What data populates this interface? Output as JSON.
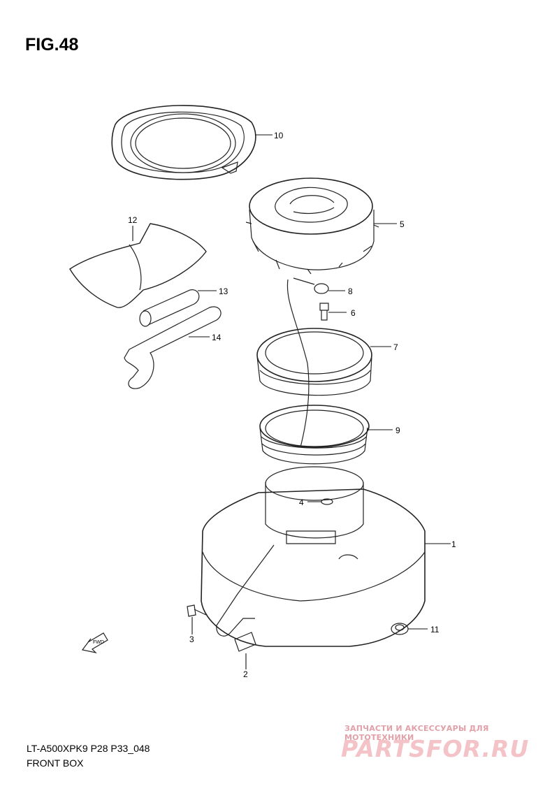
{
  "figure_title": "FIG.48",
  "model_code": "LT-A500XPK9 P28 P33_048",
  "section_name": "FRONT BOX",
  "fwd_label": "FWD",
  "watermark": {
    "caption": "ЗАПЧАСТИ И АКСЕССУАРЫ ДЛЯ МОТОТЕХНИКИ",
    "logo": "PARTSFOR.RU"
  },
  "callouts": [
    "1",
    "2",
    "3",
    "4",
    "5",
    "6",
    "7",
    "8",
    "9",
    "10",
    "11",
    "12",
    "13",
    "14"
  ]
}
